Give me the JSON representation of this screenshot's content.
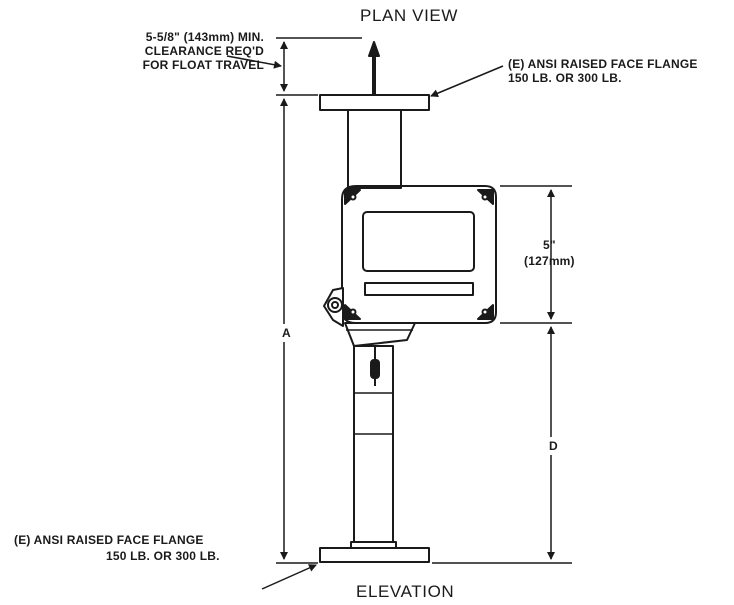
{
  "titles": {
    "plan": "PLAN VIEW",
    "elevation": "ELEVATION"
  },
  "notes": {
    "clearance": [
      "5-5/8\" (143mm) MIN.",
      "CLEARANCE REQ'D",
      "FOR FLOAT TRAVEL"
    ],
    "top_flange": [
      "(E) ANSI RAISED FACE FLANGE",
      "150 LB. OR 300 LB."
    ],
    "bottom_flange": [
      "(E) ANSI RAISED FACE FLANGE",
      "150 LB. OR 300 LB."
    ]
  },
  "dimensions": {
    "a": "A",
    "housing_height": [
      "5\"",
      "(127mm)"
    ],
    "d": "D"
  },
  "colors": {
    "line": "#1a1a1a",
    "background": "#ffffff"
  }
}
